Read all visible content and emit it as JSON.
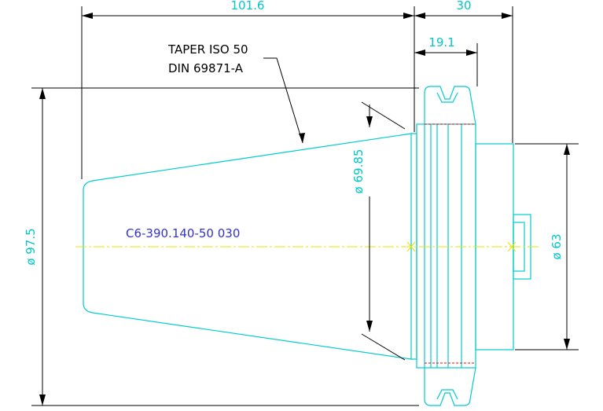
{
  "colors": {
    "background": "#ffffff",
    "outline": "#00cccc",
    "dimension_text": "#00c8c8",
    "dimension_line": "#000000",
    "centerline": "#e6e600",
    "hidden_line": "#ff0000",
    "part_label": "#3333cc"
  },
  "annotations": {
    "taper_line1": "TAPER ISO 50",
    "taper_line2": "DIN 69871-A",
    "part_number": "C6-390.140-50 030"
  },
  "dimensions": {
    "overall_length": "101.6",
    "flange_length": "30",
    "flange_offset": "19.1",
    "flange_diameter": "ø 97.5",
    "gauge_diameter": "ø 69.85",
    "shank_diameter": "ø 63"
  }
}
